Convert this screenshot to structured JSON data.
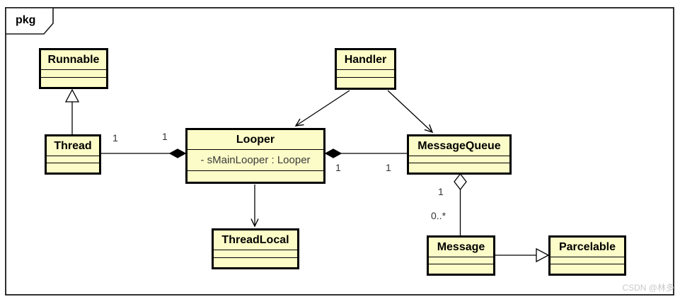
{
  "diagram": {
    "package_label": "pkg",
    "watermark": "CSDN @林多",
    "colors": {
      "class_fill": "#FCFCC8",
      "class_border": "#000000",
      "line": "#000000",
      "background": "#FFFFFF",
      "watermark": "#C9C9C9"
    },
    "classes": {
      "runnable": {
        "name": "Runnable"
      },
      "thread": {
        "name": "Thread"
      },
      "handler": {
        "name": "Handler"
      },
      "looper": {
        "name": "Looper",
        "attribute": "- sMainLooper : Looper"
      },
      "messagequeue": {
        "name": "MessageQueue"
      },
      "threadlocal": {
        "name": "ThreadLocal"
      },
      "message": {
        "name": "Message"
      },
      "parcelable": {
        "name": "Parcelable"
      }
    },
    "relationships": [
      {
        "from": "Thread",
        "to": "Runnable",
        "type": "generalization"
      },
      {
        "from": "Thread",
        "to": "Looper",
        "type": "composition",
        "label_from": "1",
        "label_to": "1"
      },
      {
        "from": "Handler",
        "to": "Looper",
        "type": "directed-association"
      },
      {
        "from": "Handler",
        "to": "MessageQueue",
        "type": "directed-association"
      },
      {
        "from": "Looper",
        "to": "MessageQueue",
        "type": "composition",
        "label_from": "1",
        "label_to": "1"
      },
      {
        "from": "Looper",
        "to": "ThreadLocal",
        "type": "directed-association"
      },
      {
        "from": "MessageQueue",
        "to": "Message",
        "type": "aggregation",
        "label_from": "1",
        "label_to": "0..*"
      },
      {
        "from": "Message",
        "to": "Parcelable",
        "type": "generalization"
      }
    ]
  }
}
